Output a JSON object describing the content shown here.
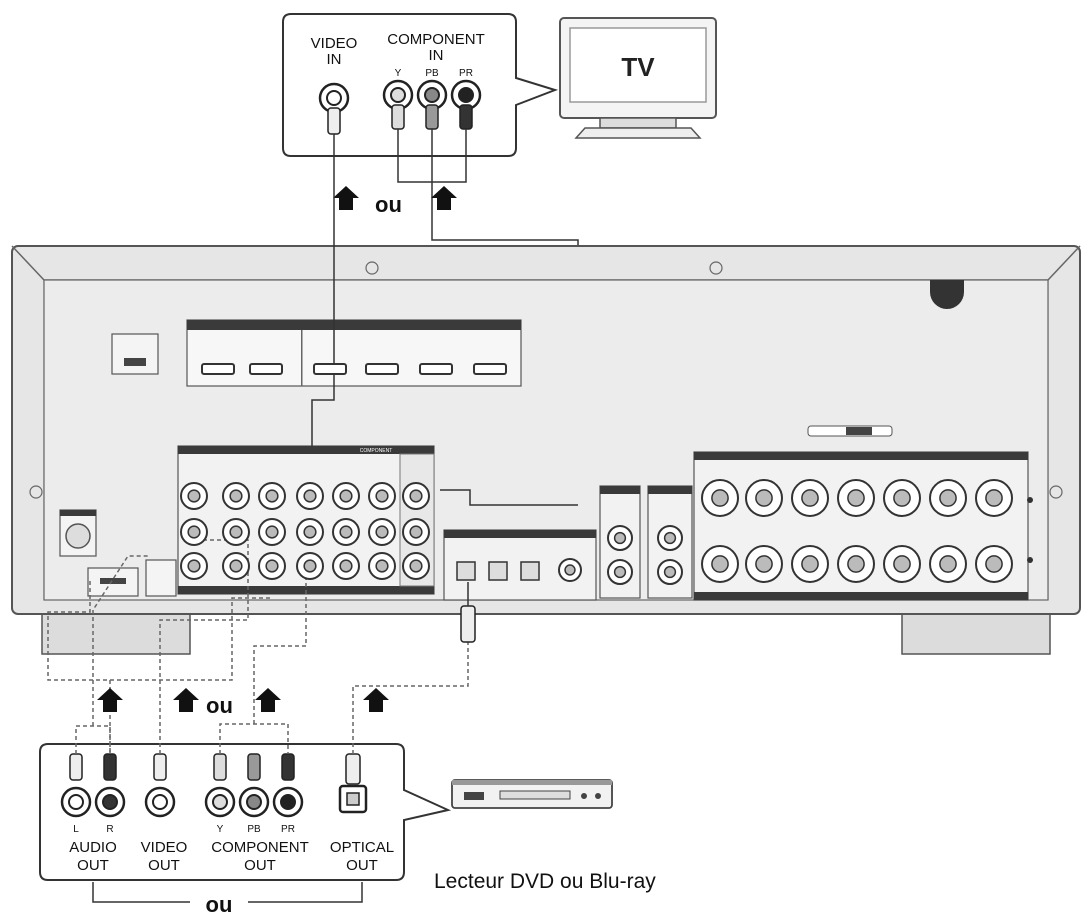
{
  "tv": {
    "screen_label": "TV",
    "video_in": [
      "VIDEO",
      "IN"
    ],
    "component_in": [
      "COMPONENT",
      "IN"
    ],
    "jack_y": "Y",
    "jack_pb": "PB",
    "jack_pr": "PR",
    "or_label": "ou"
  },
  "player": {
    "caption": "Lecteur DVD ou Blu-ray",
    "jack_l": "L",
    "jack_r": "R",
    "jack_y": "Y",
    "jack_pb": "PB",
    "jack_pr": "PR",
    "audio_out": [
      "AUDIO",
      "OUT"
    ],
    "video_out": [
      "VIDEO",
      "OUT"
    ],
    "component_out": [
      "COMPONENT",
      "OUT"
    ],
    "optical_out": [
      "OPTICAL",
      "OUT"
    ],
    "or_mid": "ou",
    "or_bottom": "ou"
  },
  "receiver": {
    "component_header": "COMPONENT"
  },
  "colors": {
    "panel": "#e4e4e4",
    "panel_edge": "#555555",
    "header_bar": "#3a3a3a",
    "cable": "#444444",
    "dashed_cable": "#666666",
    "jack_gray": "#8a8a8a"
  }
}
